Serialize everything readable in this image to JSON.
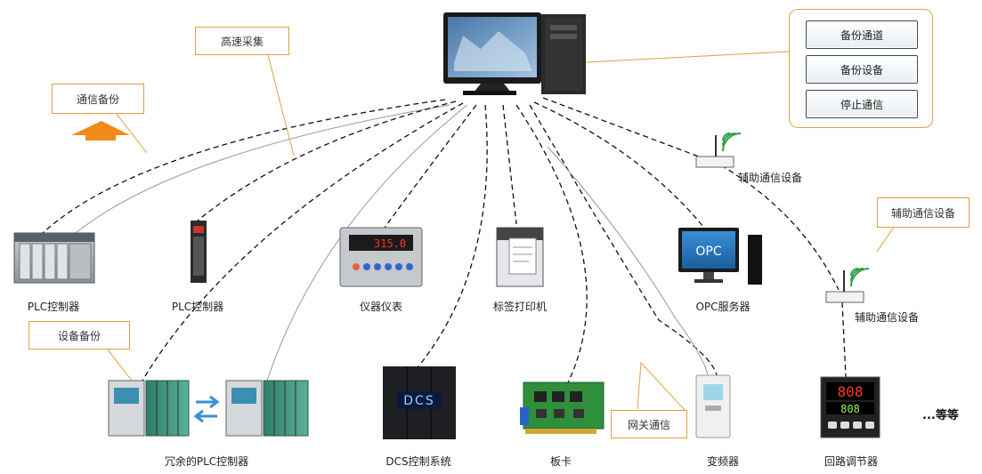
{
  "control_panel": {
    "buttons": [
      "备份通道",
      "备份设备",
      "停止通信"
    ]
  },
  "callouts": {
    "backup_comm": "通信备份",
    "high_speed": "高速采集",
    "device_backup": "设备备份",
    "gateway": "网关通信",
    "aux_device": "辅助通信设备"
  },
  "devices": {
    "plc1": "PLC控制器",
    "plc2": "PLC控制器",
    "instrument": "仪器仪表",
    "label_printer": "标签打印机",
    "opc_server": "OPC服务器",
    "aux1": "辅助通信设备",
    "aux2": "辅助通信设备",
    "redundant_plc": "冗余的PLC控制器",
    "dcs": "DCS控制系统",
    "board": "板卡",
    "inverter": "变频器",
    "loop_regulator": "回路调节器"
  },
  "screen_text": {
    "instrument_display": "315.0",
    "opc": "OPC",
    "dcs": "DCS",
    "regulator_top": "808",
    "regulator_bottom": "808"
  },
  "etc": "...等等",
  "colors": {
    "callout_border": "#e0a040",
    "arrow": "#f08a1a",
    "wifi": "#2ea043",
    "dashed_line": "#111111"
  }
}
